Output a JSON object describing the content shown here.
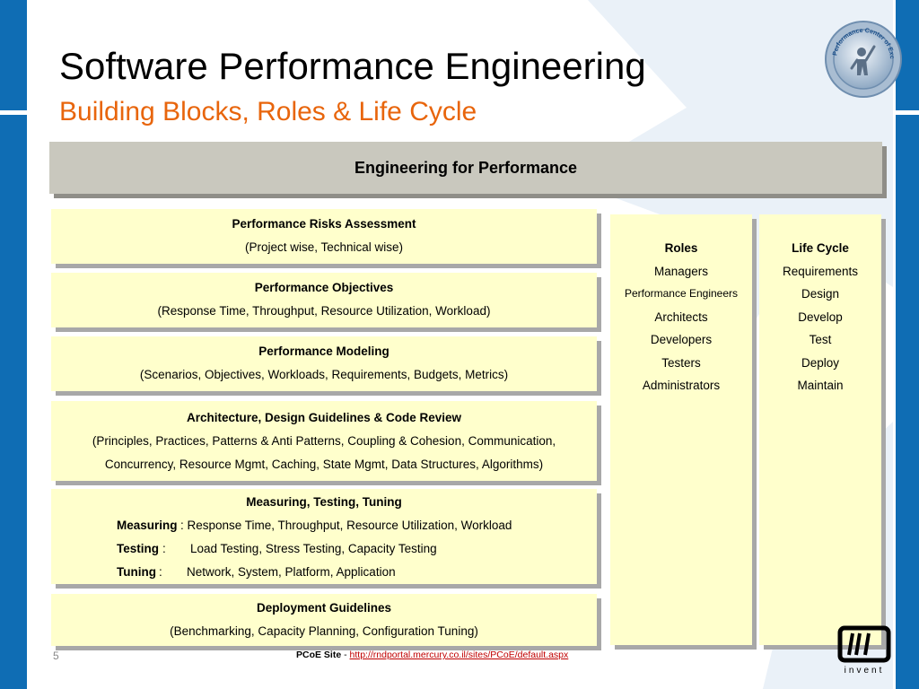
{
  "title": "Software Performance Engineering",
  "subtitle": "Building Blocks, Roles & Life Cycle",
  "header": "Engineering for Performance",
  "blocks": {
    "risks": {
      "title": "Performance Risks Assessment",
      "detail": "(Project wise, Technical wise)"
    },
    "objectives": {
      "title": "Performance Objectives",
      "detail": "(Response Time, Throughput, Resource Utilization, Workload)"
    },
    "modeling": {
      "title": "Performance Modeling",
      "detail": "(Scenarios, Objectives, Workloads, Requirements, Budgets, Metrics)"
    },
    "architecture": {
      "title": "Architecture, Design Guidelines & Code Review",
      "detail_1": "(Principles, Practices, Patterns & Anti Patterns, Coupling & Cohesion, Communication,",
      "detail_2": "Concurrency, Resource Mgmt, Caching, State Mgmt, Data Structures, Algorithms)"
    },
    "measuring": {
      "title": "Measuring, Testing, Tuning",
      "measuring_label": "Measuring",
      "measuring_value": ": Response Time, Throughput, Resource Utilization, Workload",
      "testing_label": "Testing",
      "testing_colon": ":",
      "testing_value": "Load Testing, Stress Testing, Capacity Testing",
      "tuning_label": "Tuning",
      "tuning_colon": ":",
      "tuning_value": "Network, System, Platform, Application"
    },
    "deployment": {
      "title": "Deployment Guidelines",
      "detail": "(Benchmarking, Capacity Planning, Configuration Tuning)"
    }
  },
  "roles": {
    "title": "Roles",
    "items": [
      "Managers",
      "Performance Engineers",
      "Architects",
      "Developers",
      "Testers",
      "Administrators"
    ]
  },
  "lifecycle": {
    "title": "Life Cycle",
    "items": [
      "Requirements",
      "Design",
      "Develop",
      "Test",
      "Deploy",
      "Maintain"
    ]
  },
  "logo_text": "Performance Center of Excellence",
  "footer": {
    "slide_number": "5",
    "site_label": "PCoE Site",
    "separator": " - ",
    "url": "http://rndportal.mercury.co.il/sites/PCoE/default.aspx"
  },
  "brand_text": "invent",
  "colors": {
    "accent_blue": "#0f6db4",
    "subtitle_orange": "#e8650c",
    "box_yellow": "#ffffcc",
    "header_gray": "#c9c8be"
  }
}
